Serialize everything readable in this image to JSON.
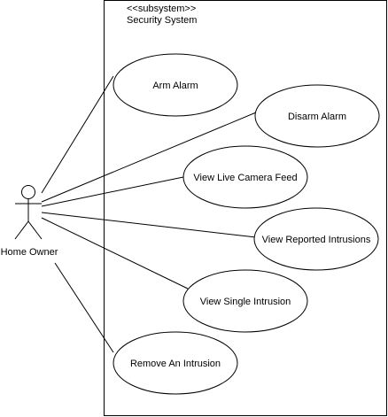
{
  "system": {
    "stereotype": "<<subsystem>>",
    "name": "Security System"
  },
  "actor": {
    "name": "Home Owner"
  },
  "use_cases": [
    {
      "id": "arm-alarm",
      "label": "Arm Alarm"
    },
    {
      "id": "disarm-alarm",
      "label": "Disarm Alarm"
    },
    {
      "id": "view-live-camera-feed",
      "label": "View Live Camera Feed"
    },
    {
      "id": "view-reported-intrusions",
      "label": "View Reported Intrusions"
    },
    {
      "id": "view-single-intrusion",
      "label": "View Single Intrusion"
    },
    {
      "id": "remove-an-intrusion",
      "label": "Remove An Intrusion"
    }
  ]
}
